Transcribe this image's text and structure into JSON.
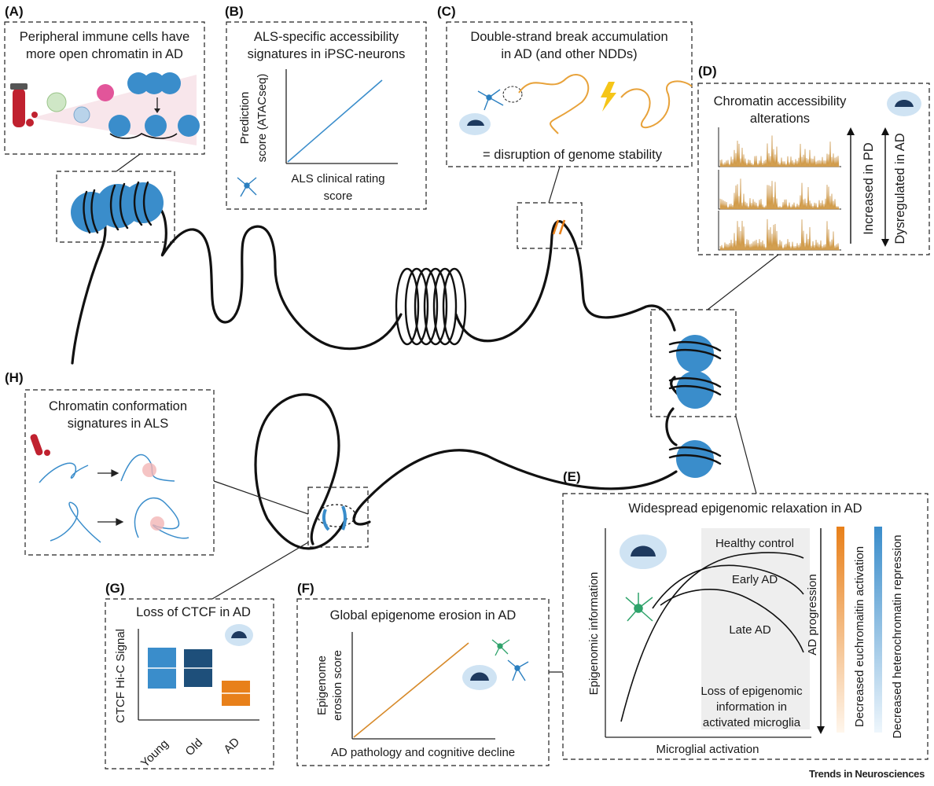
{
  "panels": {
    "A": {
      "label": "(A)",
      "title_line1": "Peripheral immune cells have",
      "title_line2": "more open chromatin in AD"
    },
    "B": {
      "label": "(B)",
      "title_line1": "ALS-specific accessibility",
      "title_line2": "signatures in iPSC-neurons",
      "ylabel_line1": "Prediction",
      "ylabel_line2": "score (ATACseq)",
      "xlabel_line1": "ALS clinical rating",
      "xlabel_line2": "score"
    },
    "C": {
      "label": "(C)",
      "title_line1": "Double-strand break accumulation",
      "title_line2": "in AD (and other NDDs)",
      "caption": "= disruption of genome stability"
    },
    "D": {
      "label": "(D)",
      "title_line1": "Chromatin accessibility",
      "title_line2": "alterations",
      "arrow1": "Increased  in PD",
      "arrow2": "Dysregulated in AD"
    },
    "E": {
      "label": "(E)",
      "title": "Widespread epigenomic relaxation in AD",
      "ylabel": "Epigenomic information",
      "xlabel": "Microglial activation",
      "curve1": "Healthy control",
      "curve2": "Early AD",
      "curve3": "Late AD",
      "note_line1": "Loss of epigenomic",
      "note_line2": "information in",
      "note_line3": "activated microglia",
      "bar1": "AD progression",
      "bar2": "Decreased euchromaitin activation",
      "bar3": "Decreased heterochromatin repression",
      "bar2_color": "#e8801a",
      "bar3_color": "#3a8dcb"
    },
    "F": {
      "label": "(F)",
      "title": "Global epigenome erosion in AD",
      "ylabel_line1": "Epigenome",
      "ylabel_line2": "erosion score",
      "xlabel": "AD pathology and cognitive decline"
    },
    "G": {
      "label": "(G)",
      "title": "Loss of CTCF in AD",
      "ylabel": "CTCF Hi-C Signal",
      "categories": [
        "Young",
        "Old",
        "AD"
      ],
      "colors": [
        "#3a8dcb",
        "#1e4f7a",
        "#e8801a"
      ]
    },
    "H": {
      "label": "(H)",
      "title_line1": "Chromatin conformation",
      "title_line2": "signatures in ALS"
    }
  },
  "brand": "Trends in Neurosciences"
}
